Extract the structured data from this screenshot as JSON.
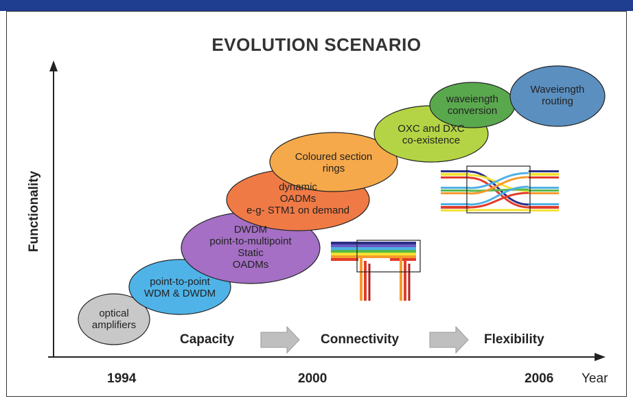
{
  "title": "EVOLUTION SCENARIO",
  "y_axis_label": "Functionality",
  "x_axis_label": "Year",
  "years": [
    "1994",
    "2000",
    "2006"
  ],
  "phases": [
    "Capacity",
    "Connectivity",
    "Flexibility"
  ],
  "stages": [
    {
      "lines": [
        "optical",
        "amplifiers"
      ],
      "color": "#c8c8c8"
    },
    {
      "lines": [
        "point-to-point",
        "WDM & DWDM"
      ],
      "color": "#4fb3e8"
    },
    {
      "lines": [
        "DWDM",
        "point-to-multipoint",
        "Static",
        "OADMs"
      ],
      "color": "#a46fc4"
    },
    {
      "lines": [
        "dynamic",
        "OADMs",
        "e-g- STM1 on demand"
      ],
      "color": "#f07a45"
    },
    {
      "lines": [
        "Coloured section",
        "rings"
      ],
      "color": "#f6a94a"
    },
    {
      "lines": [
        "OXC and DXC",
        "co-existence"
      ],
      "color": "#b4d445"
    },
    {
      "lines": [
        "waveiength",
        "conversion"
      ],
      "color": "#5aa84e"
    },
    {
      "lines": [
        "Waveiength",
        "routing"
      ],
      "color": "#5b8fc0"
    }
  ]
}
